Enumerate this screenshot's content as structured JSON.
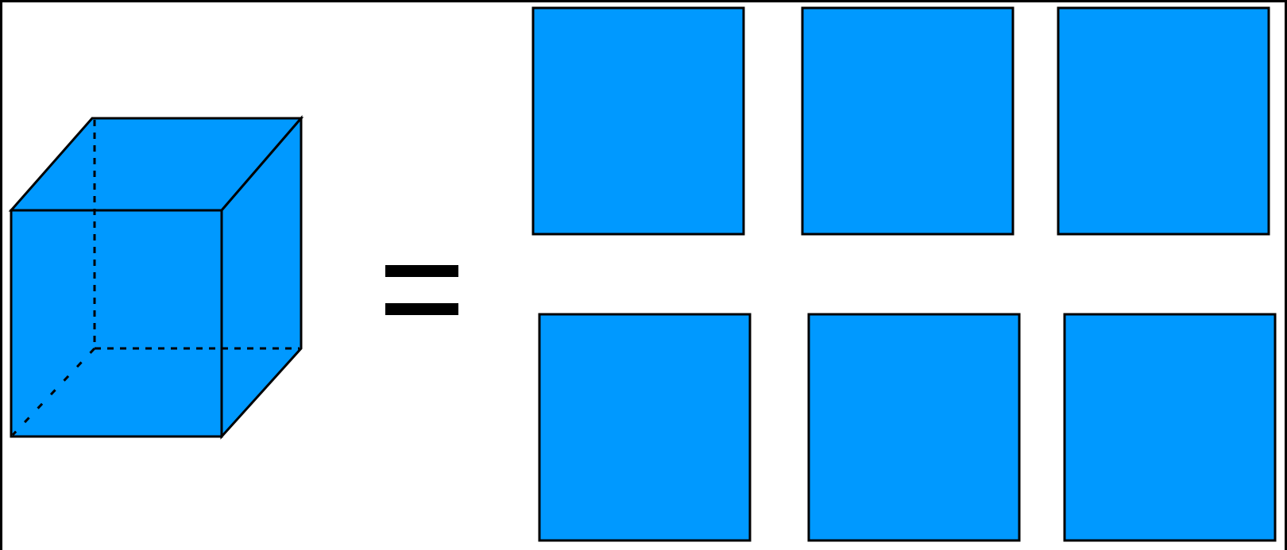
{
  "diagram": {
    "fill_color": "#0099ff",
    "stroke_color": "#000000",
    "background_color": "#ffffff",
    "cube": {
      "icon": "cube-icon",
      "hidden_edges": "dashed"
    },
    "relation": {
      "symbol": "equals-sign"
    },
    "net_faces": [
      {
        "name": "face-1"
      },
      {
        "name": "face-2"
      },
      {
        "name": "face-3"
      },
      {
        "name": "face-4"
      },
      {
        "name": "face-5"
      },
      {
        "name": "face-6"
      }
    ]
  }
}
